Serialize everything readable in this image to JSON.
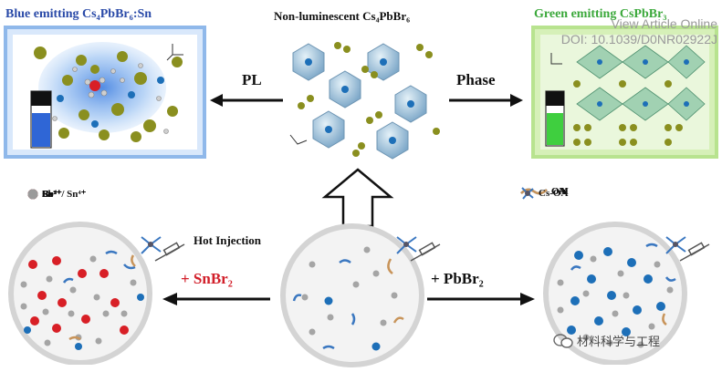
{
  "titles": {
    "blue": "Blue emitting Cs₄PbBr₆:Sn",
    "middle": "Non-luminescent Cs₄PbBr₆",
    "green": "Green emitting CsPbBr₃"
  },
  "watermark": {
    "line1": "View Article Online",
    "line2": "DOI: 10.1039/D0NR02922J"
  },
  "arrows": {
    "pl": "PL",
    "phase": "Phase",
    "snbr2": "+ SnBr₂",
    "pbbr2": "+ PbBr₂",
    "hot_injection": "Hot Injection"
  },
  "legend_left": [
    {
      "label": "Cs⁺",
      "color": "#8a8f1f"
    },
    {
      "label": "Pb²⁺",
      "color": "#1d6fb8"
    },
    {
      "label": "Sn²⁺/ Sn⁴⁺",
      "color": "#d81f26"
    },
    {
      "label": "Br⁻",
      "color": "#9a9a9a"
    }
  ],
  "legend_right": [
    {
      "label": "OA",
      "color": "#3a77c0"
    },
    {
      "label": "OM",
      "color": "#c8945a"
    },
    {
      "label": "Cs-OA",
      "color": "#3a77c0"
    }
  ],
  "wechat": "材料科学与工程",
  "colors": {
    "cs": "#8a8f1f",
    "pb": "#1d6fb8",
    "sn": "#d81f26",
    "br": "#9a9a9a",
    "blue_glow": "#4a8fe0",
    "green_glow": "#a6de6a",
    "octahedron": "#7fb7d6"
  }
}
